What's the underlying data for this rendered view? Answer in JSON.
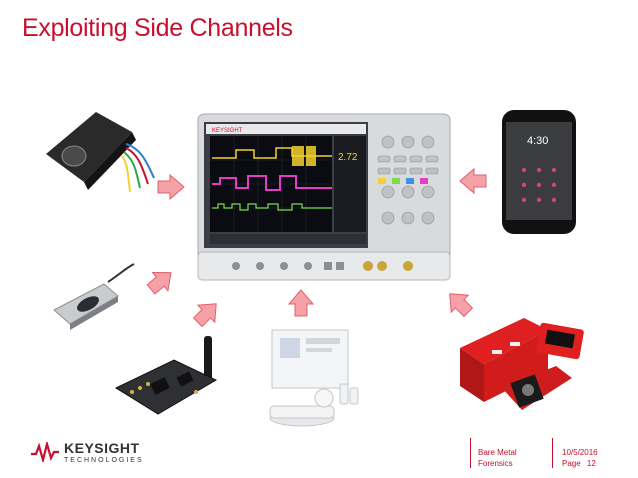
{
  "slide": {
    "title": "Exploiting Side Channels"
  },
  "scope": {
    "brand": "KEYSIGHT",
    "readout": "2.72"
  },
  "footer": {
    "logo_line1": "KEYSIGHT",
    "logo_line2": "TECHNOLOGIES",
    "subject_line1": "Bare Metal",
    "subject_line2": "Forensics",
    "date": "10/5/2016",
    "page_label": "Page",
    "page_number": "12"
  },
  "phone": {
    "time": "4:30"
  },
  "colors": {
    "accent": "#c8102e",
    "arrow_fill": "#f6a0a8",
    "arrow_stroke": "#e0606c"
  }
}
